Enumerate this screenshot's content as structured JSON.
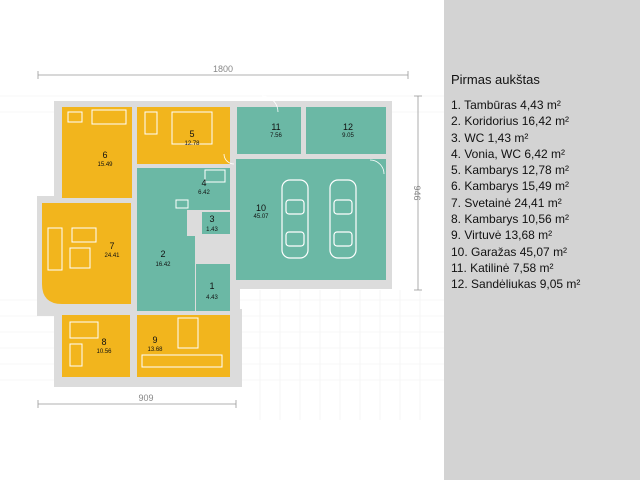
{
  "legend": {
    "title": "Pirmas aukštas",
    "items": [
      "1. Tambūras 4,43 m²",
      "2. Koridorius 16,42 m²",
      "3. WC 1,43 m²",
      "4. Vonia, WC 6,42 m²",
      "5. Kambarys 12,78 m²",
      "6. Kambarys 15,49 m²",
      "7. Svetainė 24,41 m²",
      "8. Kambarys 10,56 m²",
      "9. Virtuvė 13,68 m²",
      "10. Garažas 45,07 m²",
      "11. Katilinė 7,58 m²",
      "12. Sandėliukas 9,05 m²"
    ]
  },
  "dimensions": {
    "top": "1800",
    "bottom": "909",
    "right": "946"
  },
  "rooms": [
    {
      "num": "1",
      "area": "4.43"
    },
    {
      "num": "2",
      "area": "16.42"
    },
    {
      "num": "3",
      "area": "1.43"
    },
    {
      "num": "4",
      "area": "6.42"
    },
    {
      "num": "5",
      "area": "12.78"
    },
    {
      "num": "6",
      "area": "15.49"
    },
    {
      "num": "7",
      "area": "24.41"
    },
    {
      "num": "8",
      "area": "10.56"
    },
    {
      "num": "9",
      "area": "13.68"
    },
    {
      "num": "10",
      "area": "45.07"
    },
    {
      "num": "11",
      "area": "7.56"
    },
    {
      "num": "12",
      "area": "9.05"
    }
  ],
  "colors": {
    "living": "#f2b51d",
    "service": "#6bb8a5",
    "wall": "#dcdcdc",
    "background": "#ffffff",
    "panel": "#d3d3d3"
  }
}
